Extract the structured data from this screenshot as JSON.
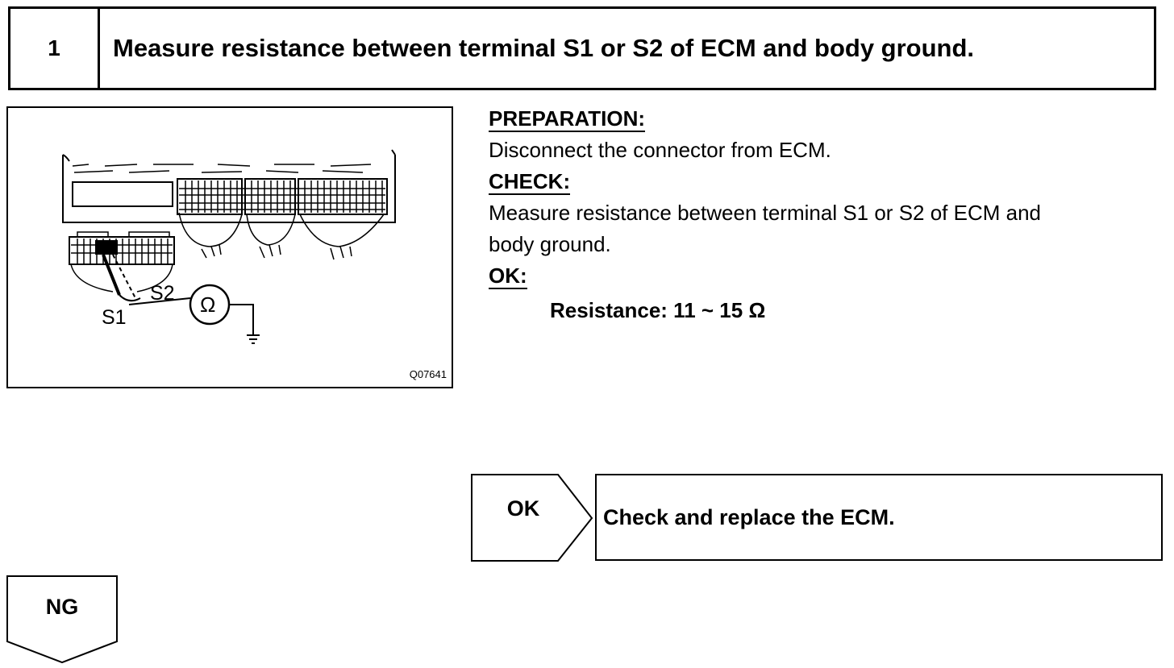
{
  "step": {
    "number": "1",
    "title": "Measure resistance between terminal S1 or S2 of ECM and body ground."
  },
  "figure": {
    "code": "Q07641",
    "terminal_s1": "S1",
    "terminal_s2": "S2",
    "meter_symbol": "Ω",
    "meter_icon": "ohmmeter-icon",
    "ground_icon": "ground-icon"
  },
  "instructions": {
    "preparation_heading": "PREPARATION:",
    "preparation_text": "Disconnect the connector from ECM.",
    "check_heading": "CHECK:",
    "check_text_line1": "Measure resistance between terminal S1 or S2 of ECM and",
    "check_text_line2": "body ground.",
    "ok_heading": "OK:",
    "ok_spec": "Resistance: 11 ~ 15 Ω"
  },
  "results": {
    "ok_label": "OK",
    "ok_action": "Check and replace the ECM.",
    "ng_label": "NG"
  }
}
